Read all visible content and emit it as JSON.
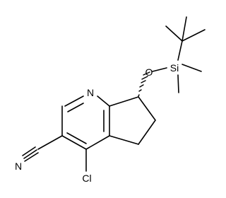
{
  "atoms": {
    "n_ring": "N",
    "o": "O",
    "si": "Si",
    "cl": "Cl",
    "n_nitrile": "N"
  }
}
